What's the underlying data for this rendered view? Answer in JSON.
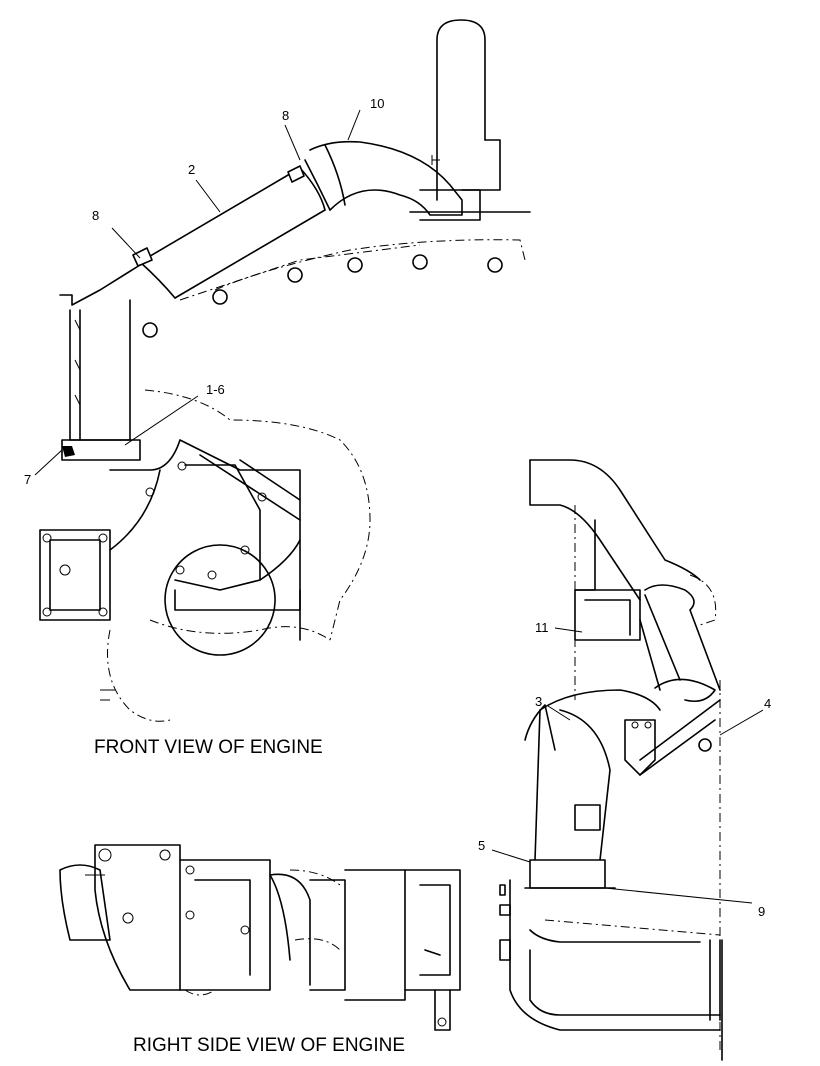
{
  "captions": {
    "front": "FRONT VIEW OF ENGINE",
    "side": "RIGHT SIDE VIEW OF ENGINE"
  },
  "callouts": {
    "c1": "1-6",
    "c2": "2",
    "c3": "3",
    "c4": "4",
    "c5": "5",
    "c7": "7",
    "c8a": "8",
    "c8b": "8",
    "c9": "9",
    "c10": "10",
    "c11": "11"
  }
}
